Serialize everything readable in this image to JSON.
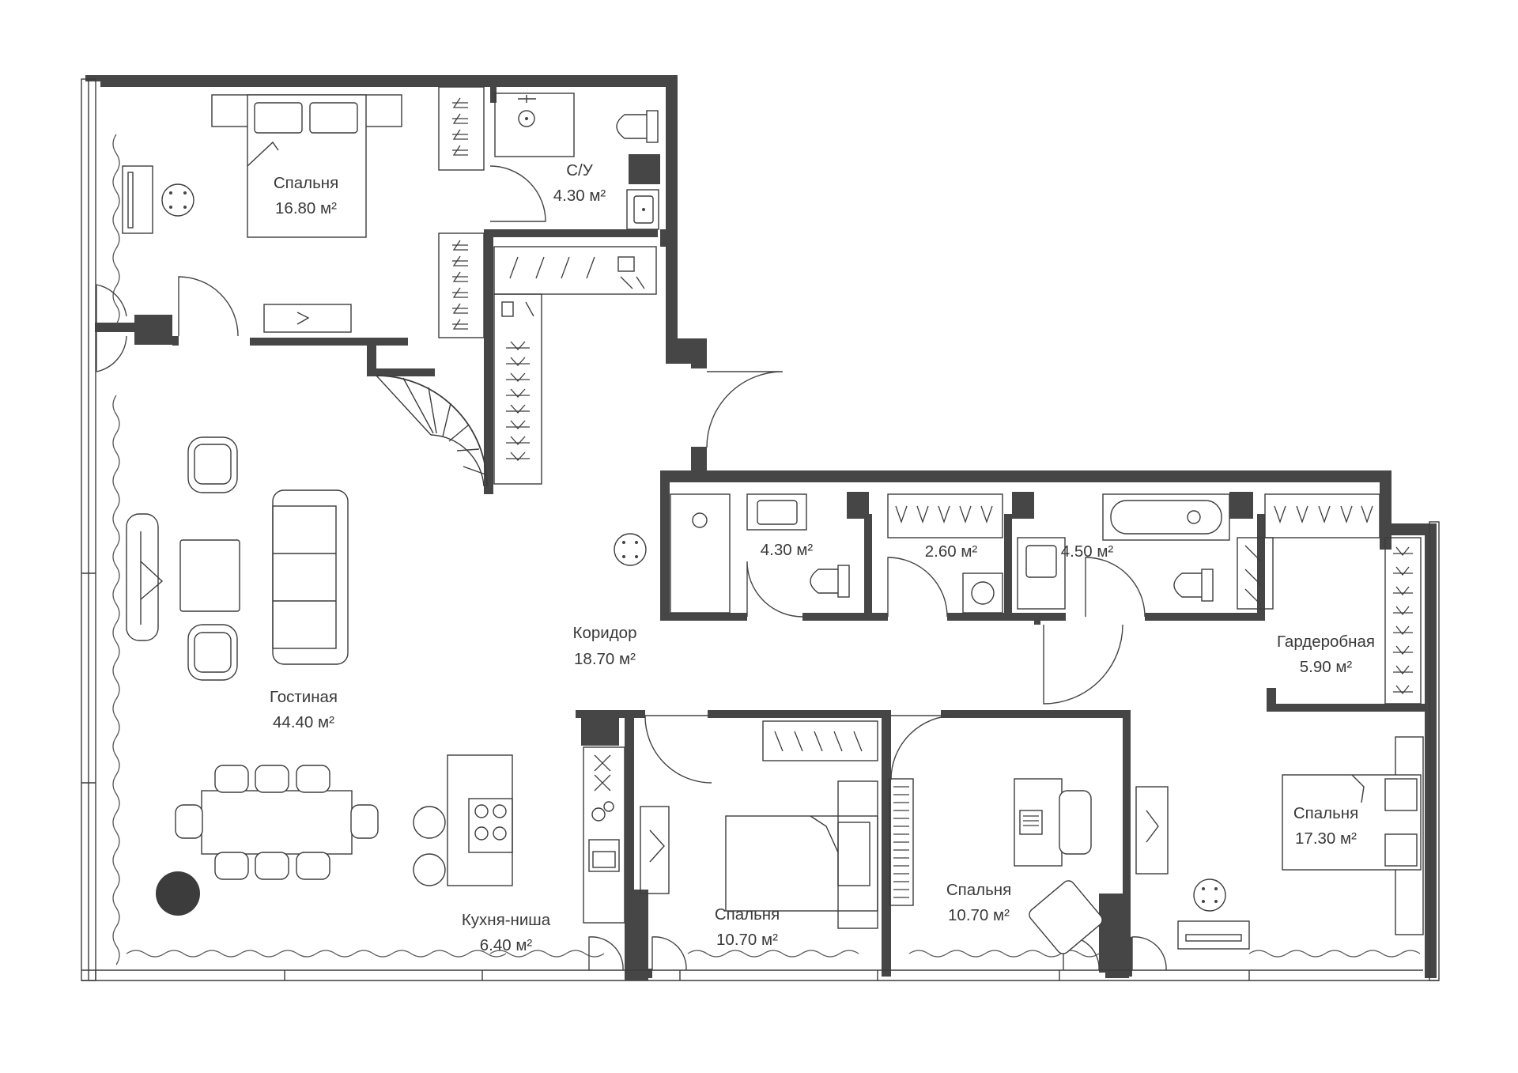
{
  "plan": {
    "wall_color": "#464646",
    "rooms": [
      {
        "id": "bedroom-nw",
        "name": "Спальня",
        "area": "16.80 м²"
      },
      {
        "id": "wc-north",
        "name": "С/У",
        "area": "4.30 м²"
      },
      {
        "id": "bath-1",
        "name": "",
        "area": "4.30 м²"
      },
      {
        "id": "laundry",
        "name": "",
        "area": "2.60 м²"
      },
      {
        "id": "bath-2",
        "name": "",
        "area": "4.50 м²"
      },
      {
        "id": "corridor",
        "name": "Коридор",
        "area": "18.70 м²"
      },
      {
        "id": "wardrobe",
        "name": "Гардеробная",
        "area": "5.90 м²"
      },
      {
        "id": "living",
        "name": "Гостиная",
        "area": "44.40 м²"
      },
      {
        "id": "kitchen",
        "name": "Кухня-ниша",
        "area": "6.40 м²"
      },
      {
        "id": "bedroom-s1",
        "name": "Спальня",
        "area": "10.70 м²"
      },
      {
        "id": "bedroom-s2",
        "name": "Спальня",
        "area": "10.70 м²"
      },
      {
        "id": "bedroom-se",
        "name": "Спальня",
        "area": "17.30 м²"
      }
    ]
  }
}
